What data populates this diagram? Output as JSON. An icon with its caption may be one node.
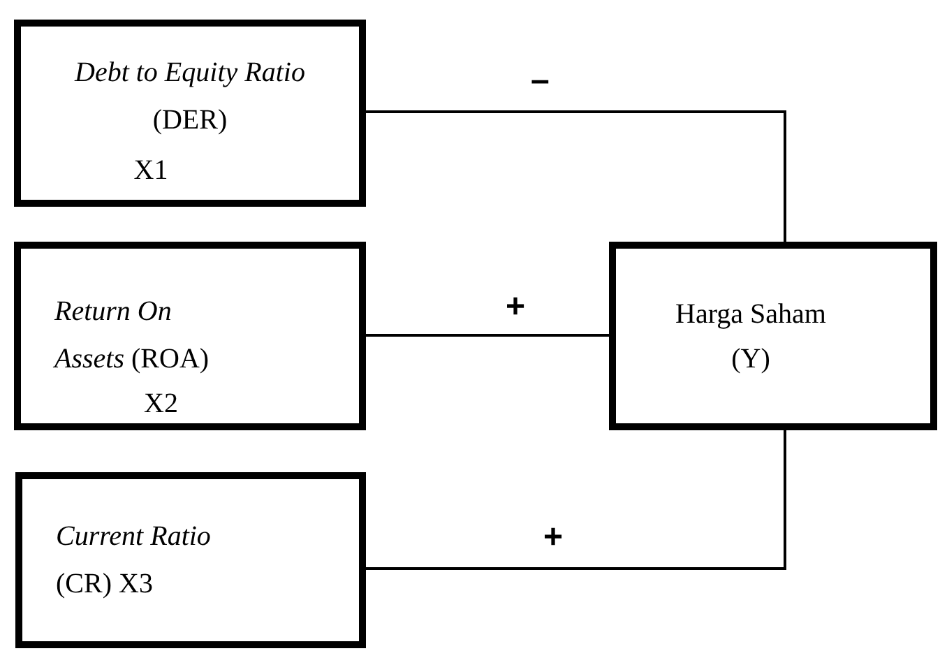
{
  "diagram": {
    "nodes": [
      {
        "text": [
          "*Debt to Equity Ratio* (DER)",
          "X1"
        ]
      },
      {
        "text": [
          "*Return On Assets* (ROA)",
          "X2"
        ]
      },
      {
        "text": [
          "*Current Ratio* (CR) X3"
        ]
      },
      {
        "text": [
          "Harga Saham (Y)"
        ]
      }
    ],
    "edges": [
      {
        "from": 0,
        "to": 3,
        "arrow": "none",
        "label": "–"
      },
      {
        "from": 1,
        "to": 3,
        "arrow": "none",
        "label": "+"
      },
      {
        "from": 2,
        "to": 3,
        "arrow": "none",
        "label": "+"
      }
    ]
  }
}
